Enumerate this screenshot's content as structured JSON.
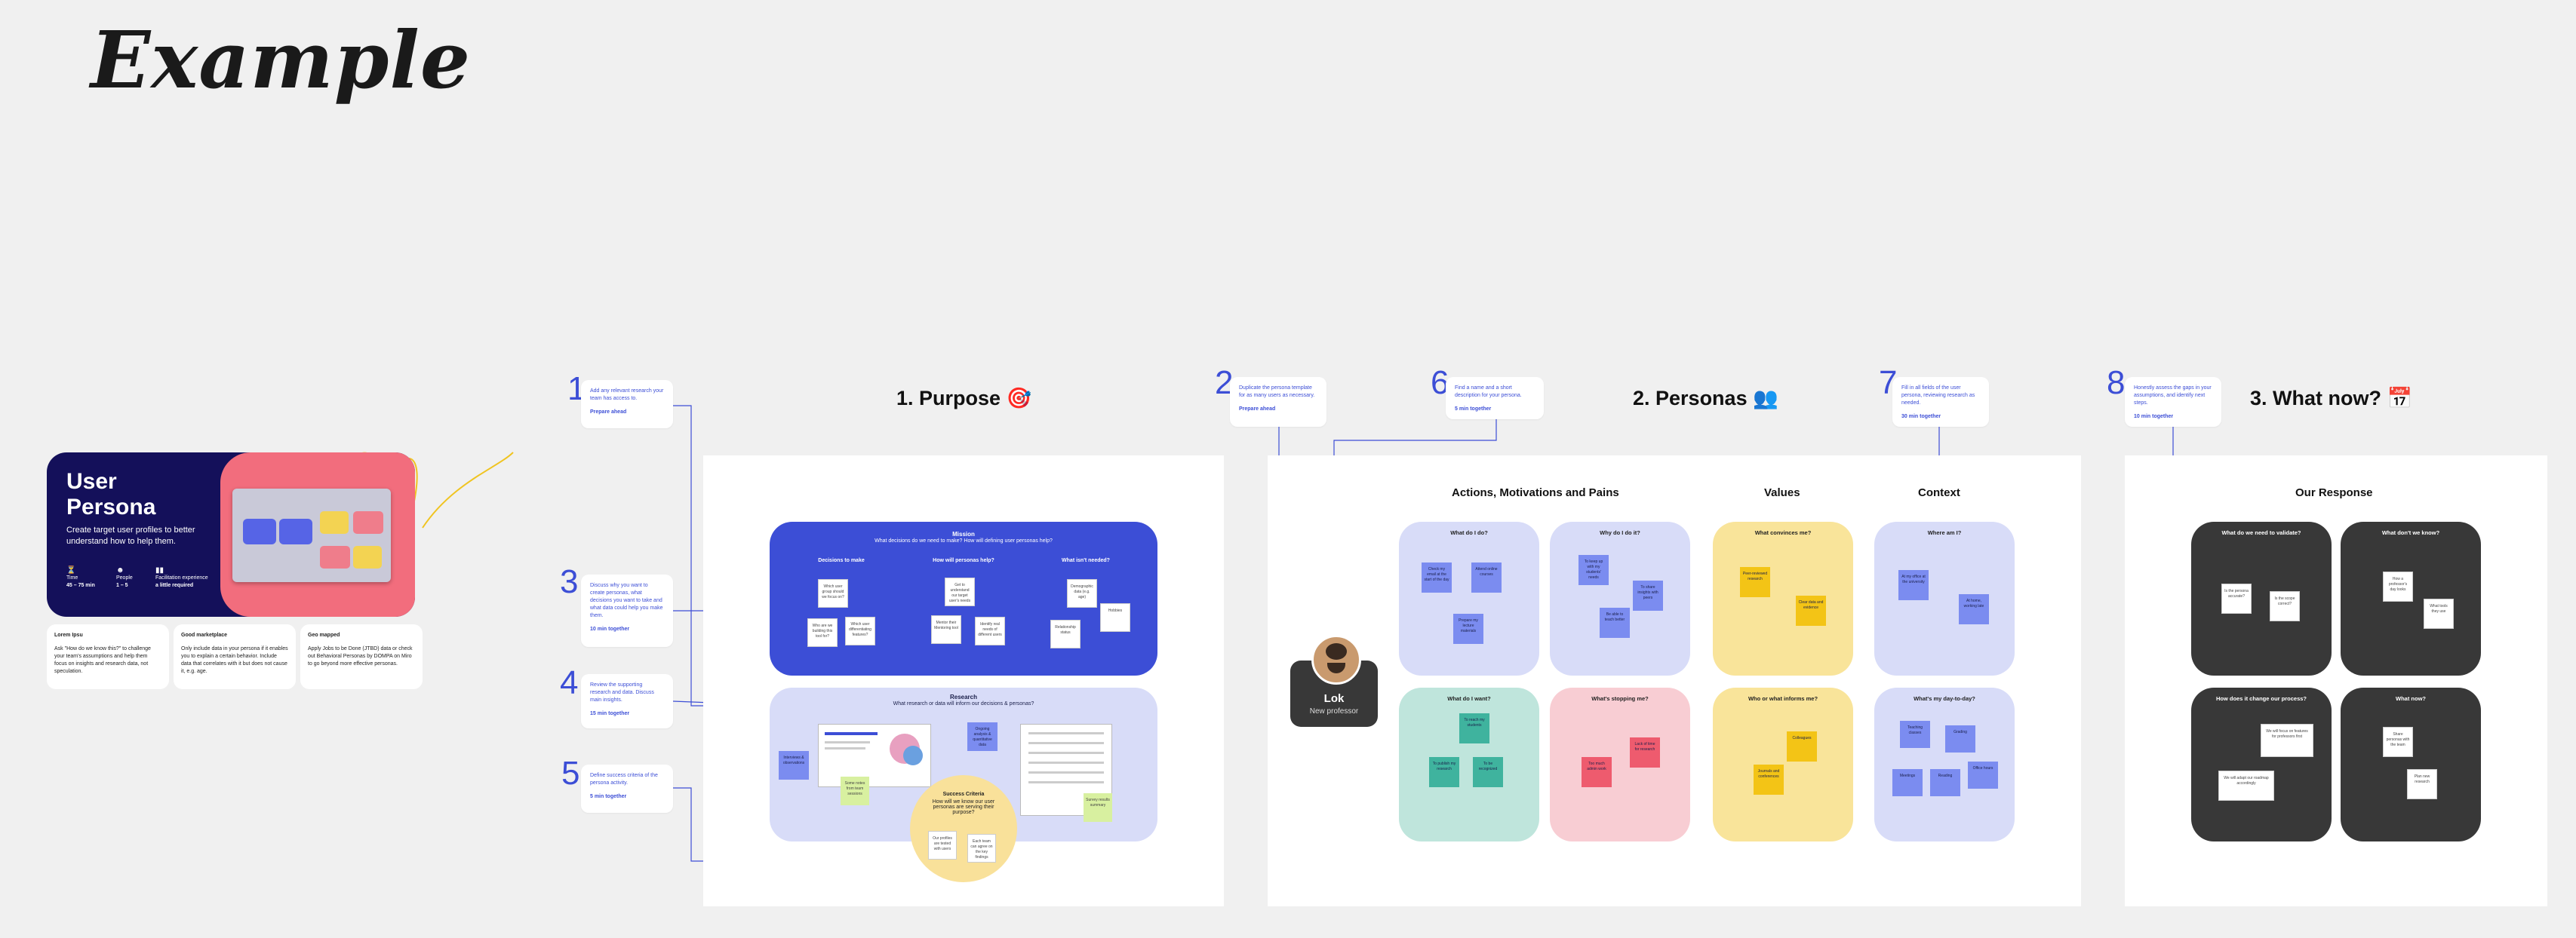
{
  "page_title": "Example",
  "hero": {
    "title_line1": "User",
    "title_line2": "Persona",
    "subtitle": "Create target user profiles to better understand how to help them.",
    "time_label": "Time",
    "time_value": "45 – 75 min",
    "people_label": "People",
    "people_value": "1 – 5",
    "level_label": "Facilitation experience",
    "level_value": "a little required"
  },
  "lower_cards": [
    {
      "title": "Lorem Ipsu",
      "body": "Ask \"How do we know this?\" to challenge your team's assumptions and help them focus on insights and research data, not speculation."
    },
    {
      "title": "Good marketplace",
      "body": "Only include data in your persona if it enables you to explain a certain behavior. Include data that correlates with it but does not cause it, e.g. age."
    },
    {
      "title": "Geo mapped",
      "body": "Apply Jobs to be Done (JTBD) data or check out Behavioral Personas by DOMPA on Miro to go beyond more effective personas."
    }
  ],
  "steps": [
    {
      "num": "1",
      "text": "Add any relevant research your team has access to.",
      "footer": "Prepare ahead"
    },
    {
      "num": "3",
      "text": "Discuss why you want to create personas, what decisions you want to take and what data could help you make them.",
      "footer": "10 min together"
    },
    {
      "num": "4",
      "text": "Review the supporting research and data. Discuss main insights.",
      "footer": "15 min together"
    },
    {
      "num": "5",
      "text": "Define success criteria of the persona activity.",
      "footer": "5 min together"
    },
    {
      "num": "2",
      "text": "Duplicate the persona template for as many users as necessary.",
      "footer": "Prepare ahead"
    },
    {
      "num": "6",
      "text": "Find a name and a short description for your persona.",
      "footer": "5 min together"
    },
    {
      "num": "7",
      "text": "Fill in all fields of the user persona, reviewing research as needed.",
      "footer": "30 min together"
    },
    {
      "num": "8",
      "text": "Honestly assess the gaps in your assumptions, and identify next steps.",
      "footer": "10 min together"
    }
  ],
  "sections": {
    "purpose": "1. Purpose 🎯",
    "personas": "2. Personas 👥",
    "whatnow": "3. What now? 📅"
  },
  "purpose": {
    "mission_title": "Mission",
    "mission_sub": "What decisions do we need to make? How will defining user personas help?",
    "col1": "Decisions to make",
    "col2": "How will personas help?",
    "col3": "What isn't needed?",
    "notes1": [
      "Which user group should we focus on?",
      "Who are we building this tool for?",
      "Which user differentiating features?"
    ],
    "notes2": [
      "Get to understand our target user's needs",
      "Mentor their Mentoring tool",
      "Identify real needs of different users"
    ],
    "notes3": [
      "Demographic data (e.g. age)",
      "Hobbies",
      "Relationship status"
    ],
    "research_title": "Research",
    "research_sub": "What research or data will inform our decisions & personas?",
    "rnote1": "Interviews & observations",
    "rnote2": "Ongoing analysis & quantitative data",
    "ynote1": "Some notes from team sessions",
    "ynote2": "Survey results summary",
    "success_title": "Success Criteria",
    "success_sub": "How will we know our user personas are serving their purpose?",
    "snote1": "Our profiles are tested with users",
    "snote2": "Each team can agree on the key findings"
  },
  "personas": {
    "name": "Lok",
    "role": "New professor",
    "group1": "Actions, Motivations and Pains",
    "group2": "Values",
    "group3": "Context",
    "cards": [
      {
        "title": "What do I do?",
        "notes": [
          "Check my email at the start of the day",
          "Attend online courses",
          "Prepare my lecture materials"
        ]
      },
      {
        "title": "Why do I do it?",
        "notes": [
          "To keep up with my students' needs",
          "To share insights with peers",
          "Be able to teach better"
        ]
      },
      {
        "title": "What convinces me?",
        "notes": [
          "Peer-reviewed research",
          "Clear data and evidence"
        ]
      },
      {
        "title": "Where am I?",
        "notes": [
          "At my office at the university",
          "At home, working late"
        ]
      },
      {
        "title": "What do I want?",
        "notes": [
          "To reach my students",
          "To publish my research",
          "To be recognized"
        ]
      },
      {
        "title": "What's stopping me?",
        "notes": [
          "Lack of time for research",
          "Too much admin work"
        ]
      },
      {
        "title": "Who or what informs me?",
        "notes": [
          "Colleagues",
          "Journals and conferences"
        ]
      },
      {
        "title": "What's my day-to-day?",
        "notes": [
          "Teaching classes",
          "Grading",
          "Meetings",
          "Reading",
          "Office hours"
        ]
      }
    ]
  },
  "whatnow": {
    "heading": "Our Response",
    "cards": [
      {
        "title": "What do we need to validate?",
        "notes": [
          "Is the persona accurate?",
          "Is the scope correct?"
        ]
      },
      {
        "title": "What don't we know?",
        "notes": [
          "How a professor's day looks",
          "What tools they use"
        ]
      },
      {
        "title": "How does it change our process?",
        "notes": [
          "We will focus on features for professors first",
          "We will adapt our roadmap accordingly"
        ]
      },
      {
        "title": "What now?",
        "notes": [
          "Share personas with the team",
          "Plan new research"
        ]
      }
    ]
  }
}
